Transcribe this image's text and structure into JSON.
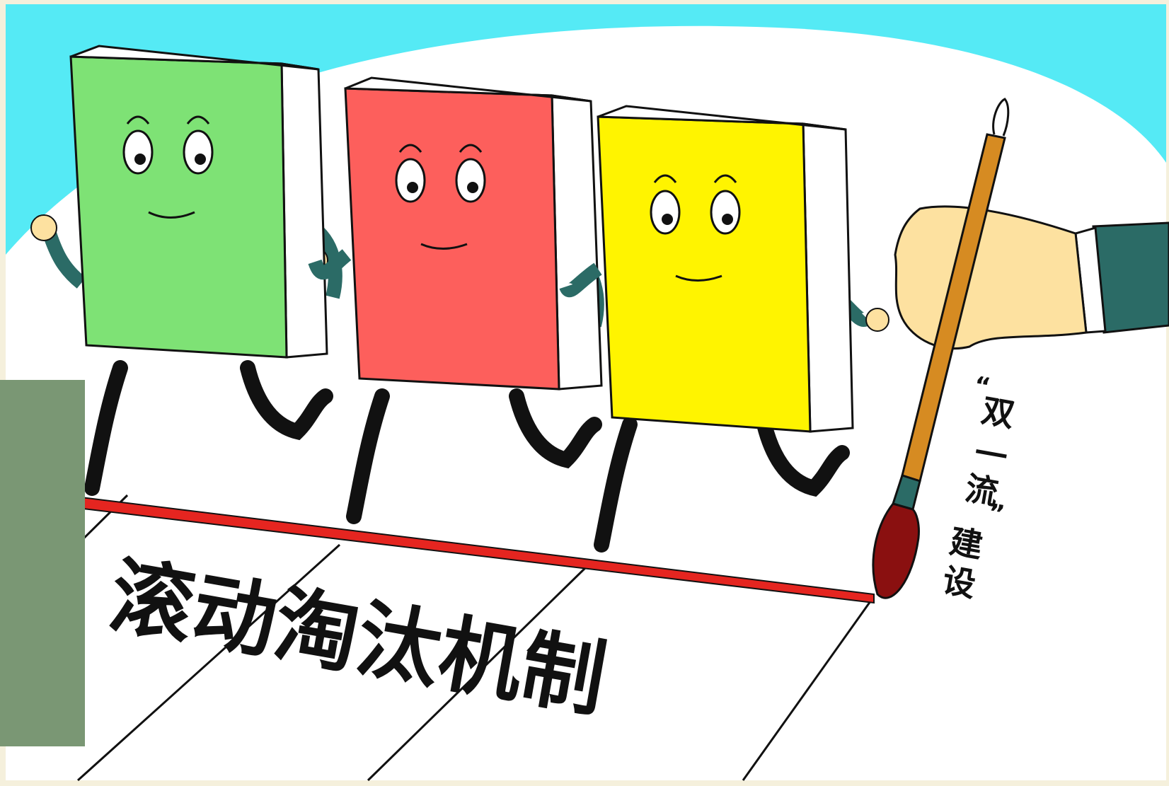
{
  "illustration": {
    "banner_text": "滚动淘汰机制",
    "side_text": [
      "“",
      "双",
      "一",
      "流",
      "”",
      "建",
      "设"
    ],
    "colors": {
      "sky": "#55eaf5",
      "ground": "#ffffff",
      "green_book": "#7ee275",
      "red_book": "#fd5f5c",
      "yellow_book": "#fff400",
      "sleeve": "#2b6b66",
      "skin": "#fde1a0",
      "brush_handle": "#d68b22",
      "brush_tip": "#8a1010",
      "finish_line": "#e52520",
      "overlay_panel": "#7a9774"
    }
  }
}
